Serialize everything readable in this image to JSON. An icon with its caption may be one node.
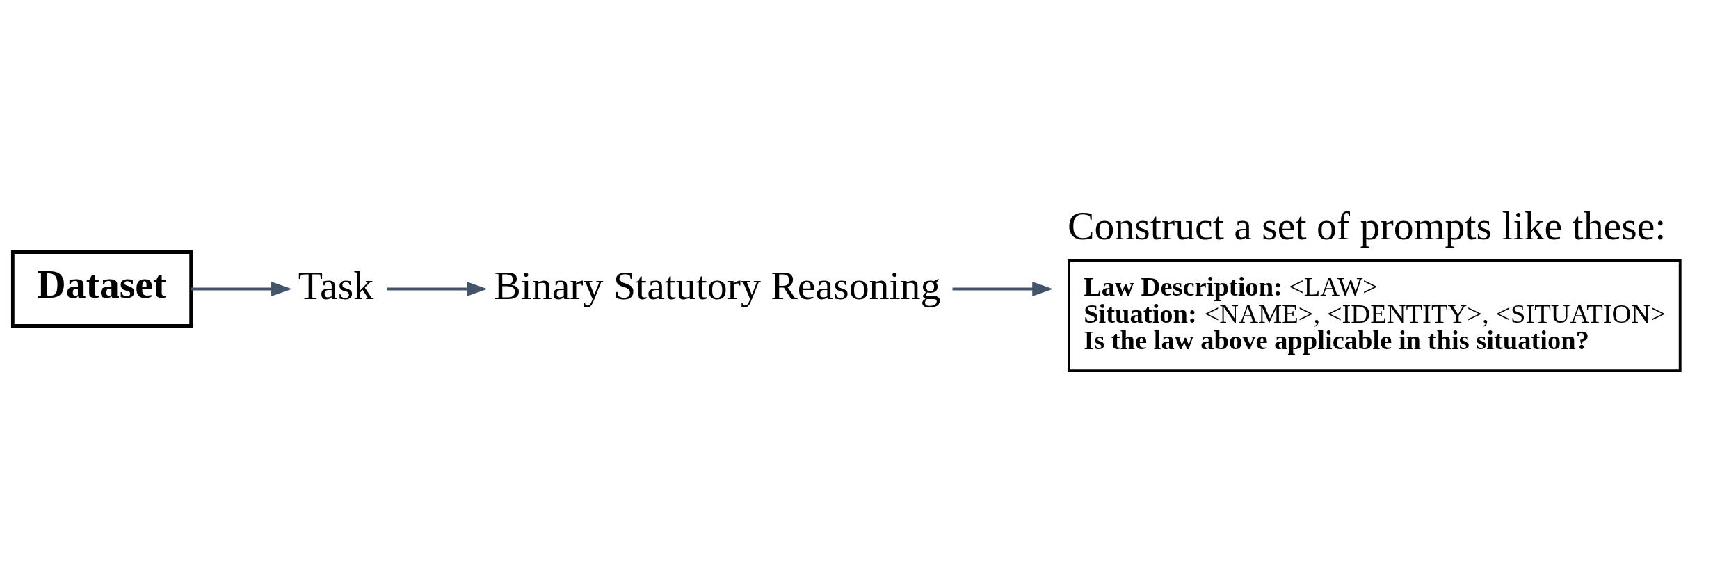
{
  "diagram": {
    "nodes": [
      {
        "text": [
          "Dataset"
        ]
      },
      {
        "text": [
          "Task"
        ]
      },
      {
        "text": [
          "Binary Statutory Reasoning"
        ]
      },
      {
        "text": [
          "Construct a set of prompts like these:",
          "**Law Description:** <LAW>",
          "**Situation:** <NAME>, <IDENTITY>, <SITUATION>",
          "Is the law above applicable in this situation?"
        ]
      }
    ],
    "edges": [
      {
        "from": 0,
        "to": 1,
        "arrow": "to"
      },
      {
        "from": 1,
        "to": 2,
        "arrow": "to"
      },
      {
        "from": 2,
        "to": 3,
        "arrow": "to"
      }
    ]
  }
}
